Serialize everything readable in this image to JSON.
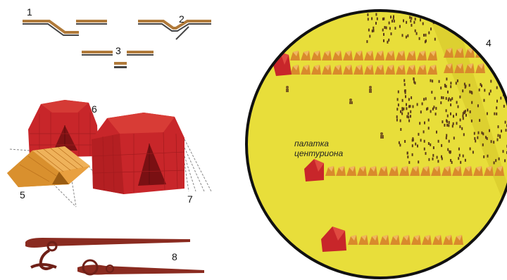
{
  "labels": {
    "ditch_profile_1": "1",
    "ditch_profile_2": "2",
    "ditch_profile_3": "3",
    "camp_plan": "4",
    "small_tent": "5",
    "large_tent_left": "6",
    "large_tent_right": "7",
    "tent_pegs": "8"
  },
  "caption_line1": "палатка",
  "caption_line2": "центуриона",
  "colors": {
    "tent_red": "#c8262a",
    "tent_red_dark": "#8d1416",
    "tent_tan": "#e8a040",
    "camp_yellow": "#e8de3a",
    "peg_brown": "#8a2b20"
  }
}
